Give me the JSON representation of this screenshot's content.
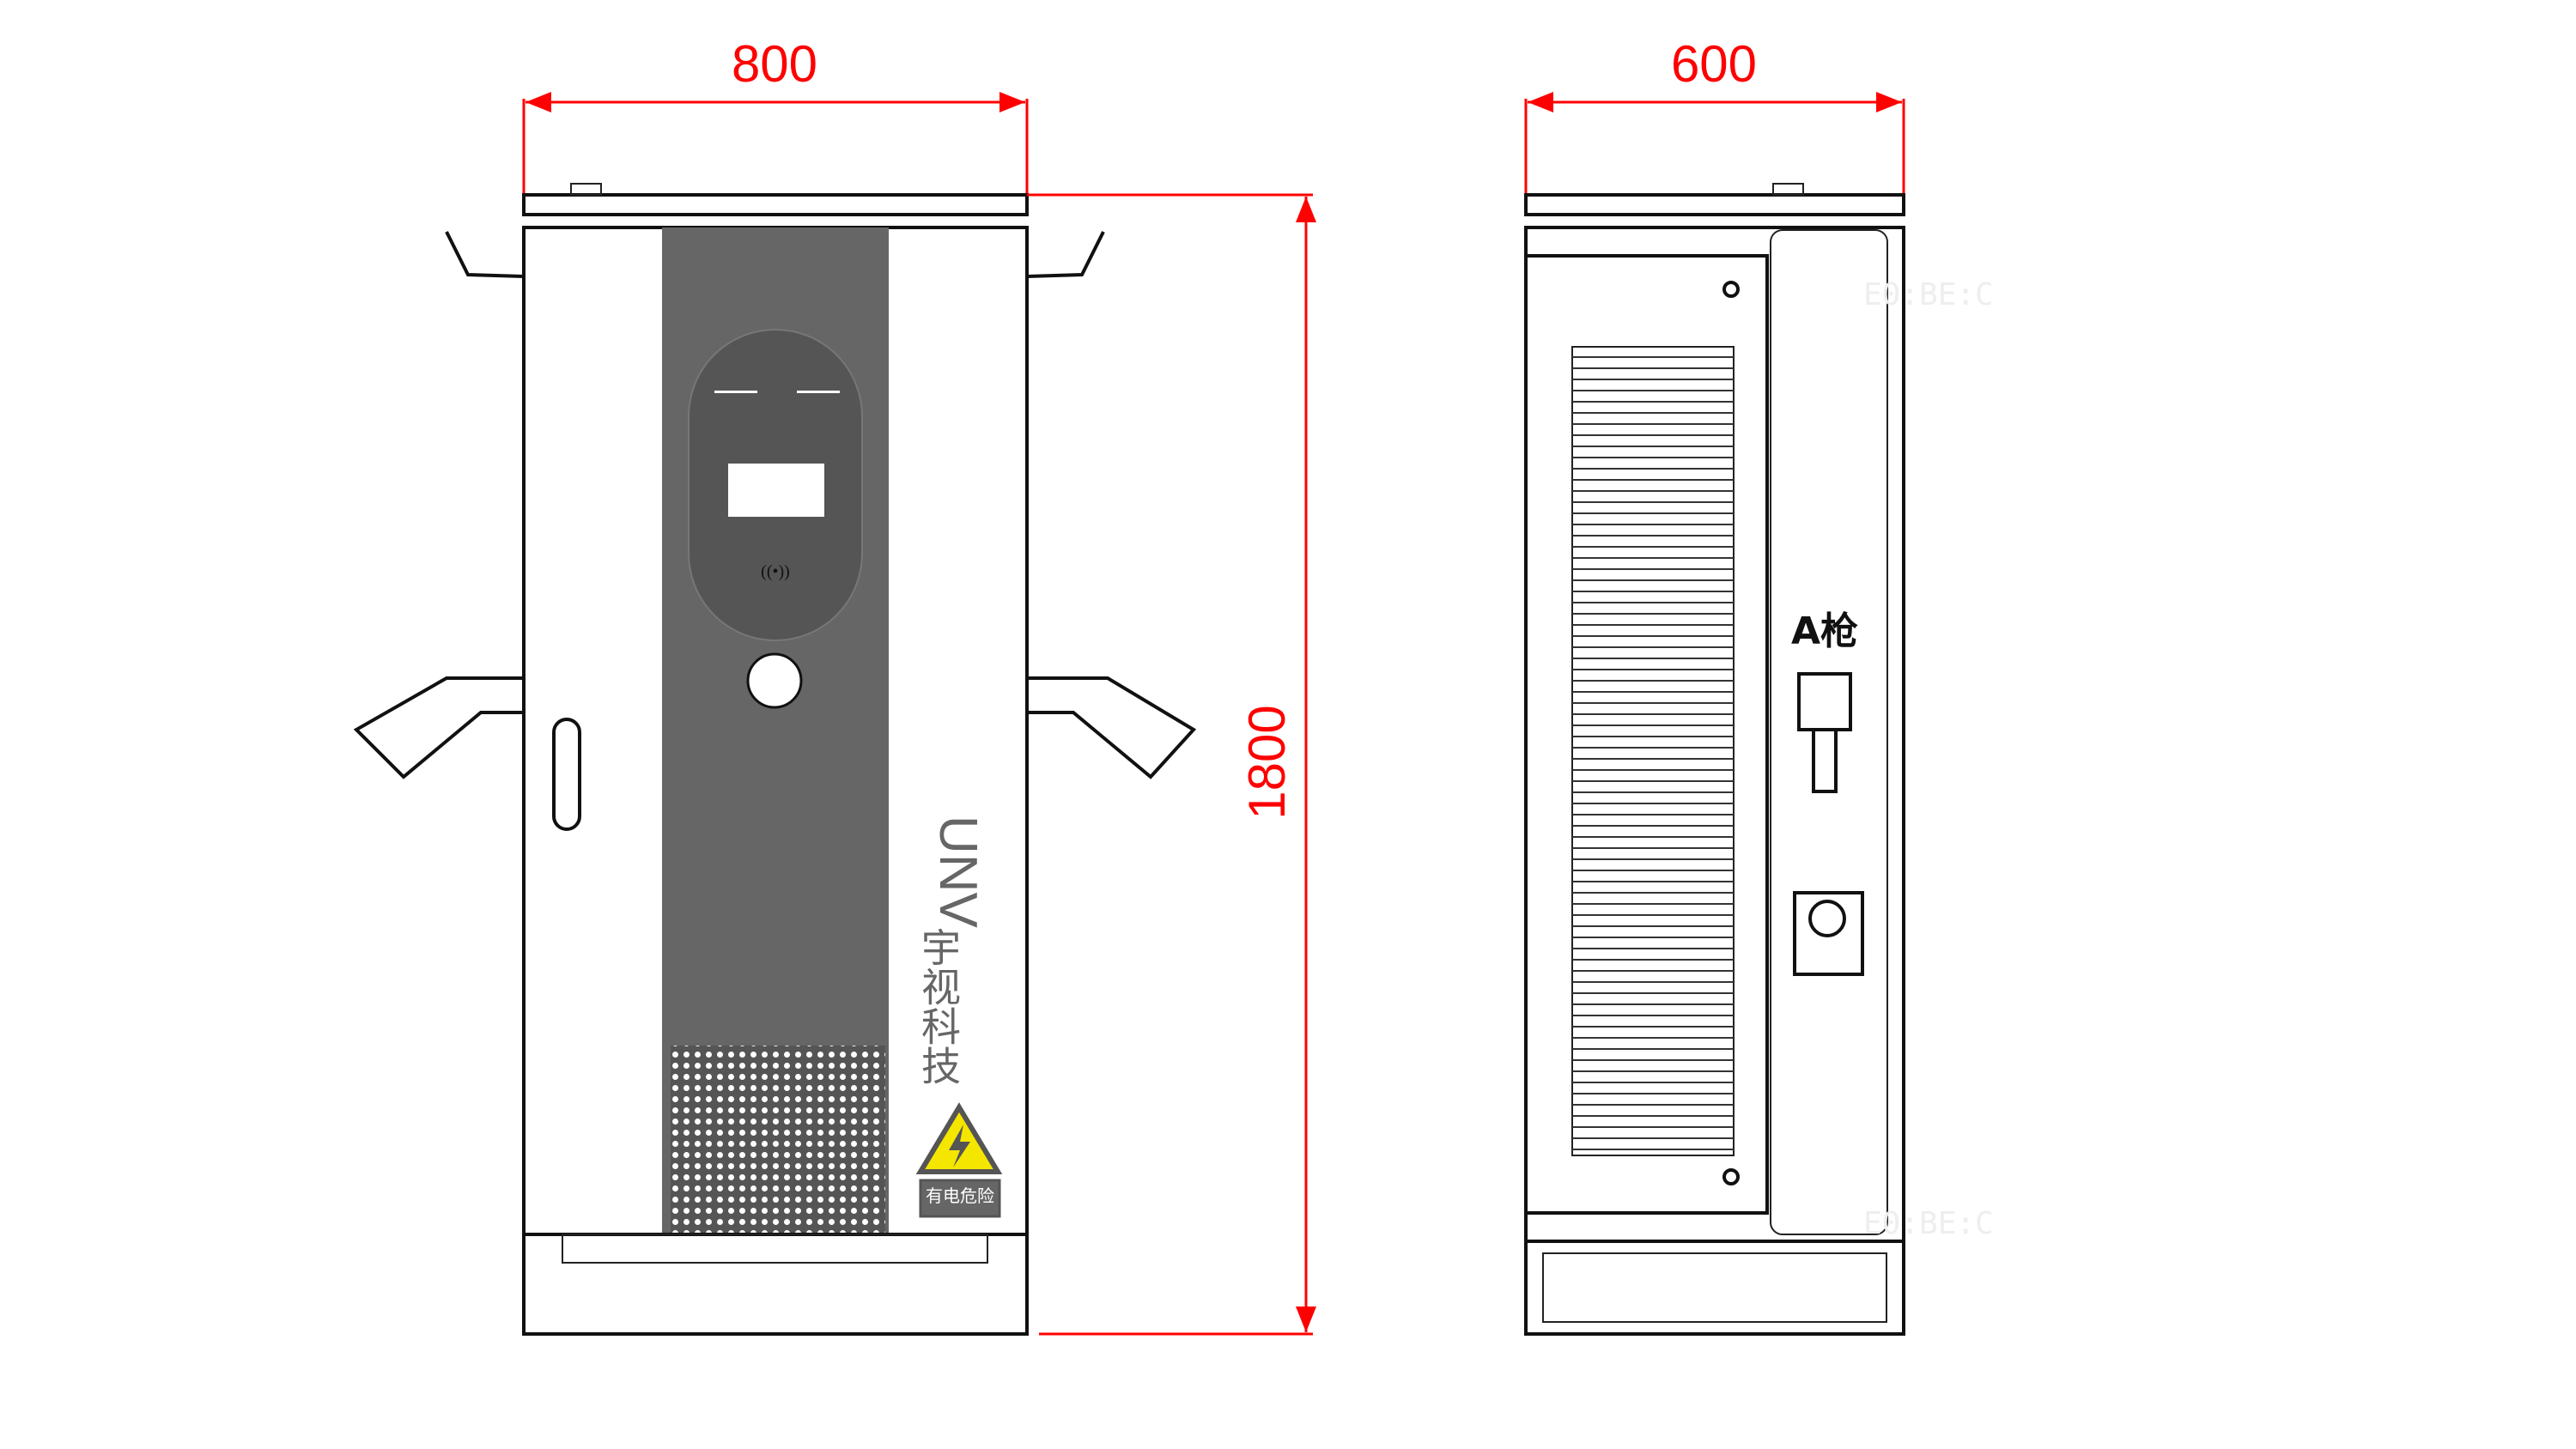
{
  "dimensions": {
    "width": "800",
    "depth": "600",
    "height": "1800"
  },
  "front_view": {
    "logo_text": "UNV",
    "brand_name": "宇视科技",
    "warning_label": "有电危险",
    "accent_gray": "#666666",
    "warning_yellow": "#f5e600"
  },
  "side_view": {
    "gun_label": "A枪"
  },
  "watermark": [
    "E0:BE:C",
    "E0:BE:C"
  ],
  "colors": {
    "dimension": "#ff0000"
  }
}
